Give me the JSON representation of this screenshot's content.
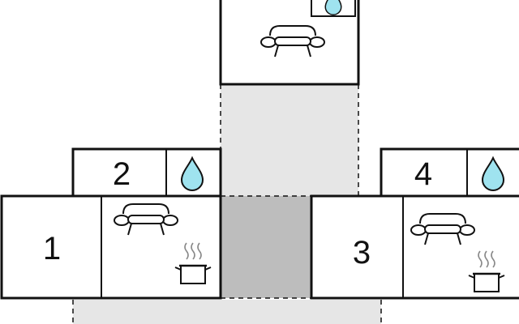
{
  "floorplan": {
    "colors": {
      "wall": "#111111",
      "background": "#ffffff",
      "outdoor_light": "#e6e6e6",
      "outdoor_dark": "#bdbdbd",
      "water": "#9fe3ef"
    },
    "rooms": [
      {
        "id": "top-living",
        "label": "",
        "icons": [
          "sofa-icon",
          "bathroom-water-drop-icon"
        ]
      },
      {
        "id": "room-1",
        "label": "1",
        "icons": []
      },
      {
        "id": "room-2",
        "label": "2",
        "icons": [
          "bathroom-water-drop-icon"
        ]
      },
      {
        "id": "left-living-kitchen",
        "label": "",
        "icons": [
          "sofa-icon",
          "cooking-pot-icon"
        ]
      },
      {
        "id": "room-3",
        "label": "3",
        "icons": []
      },
      {
        "id": "room-4",
        "label": "4",
        "icons": [
          "bathroom-water-drop-icon"
        ]
      },
      {
        "id": "right-living-kitchen",
        "label": "",
        "icons": [
          "sofa-icon",
          "cooking-pot-icon"
        ]
      }
    ]
  }
}
